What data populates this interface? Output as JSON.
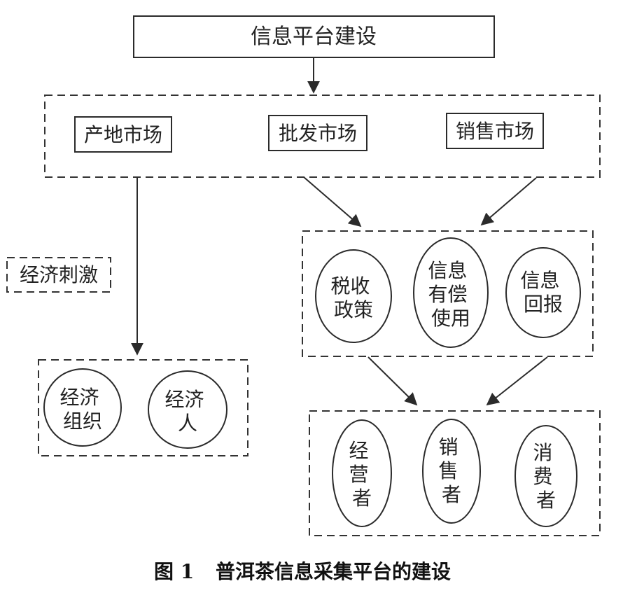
{
  "title": "信息平台建设",
  "markets": [
    "产地市场",
    "批发市场",
    "销售市场"
  ],
  "stimulus": "经济刺激",
  "economic_group": [
    "经济组织",
    "经济人"
  ],
  "policy_group": [
    "税收政策",
    "信息有偿使用",
    "信息回报"
  ],
  "actors_group": [
    "经营者",
    "销售者",
    "消费者"
  ],
  "caption": {
    "figure_no": "图 1",
    "text": "普洱茶信息采集平台的建设"
  }
}
